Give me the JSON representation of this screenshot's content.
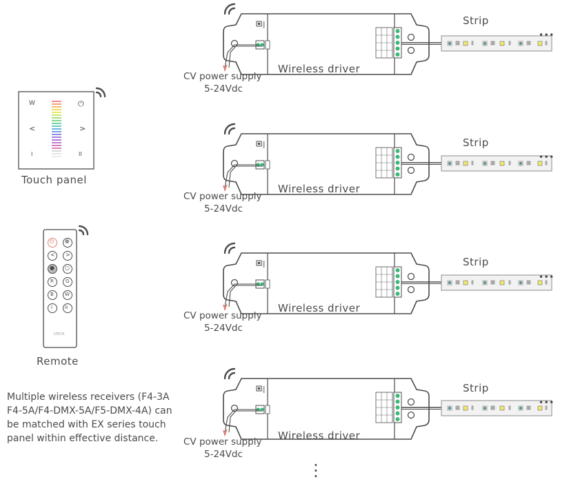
{
  "labels": {
    "touch_panel": "Touch panel",
    "remote": "Remote",
    "strip": "Strip",
    "wireless_driver": "Wireless driver",
    "power_supply_line1": "CV power supply",
    "power_supply_line2": "5-24Vdc",
    "ellipsis": "•••",
    "more_vertical": "⋮"
  },
  "touch_panel_keys": {
    "w": "W",
    "power": "⏻",
    "left": "<",
    "right": ">",
    "one": "I",
    "two": "II"
  },
  "remote_keys": [
    "⏻",
    "❁",
    "<",
    ">",
    "●",
    "○",
    "R",
    "G",
    "B",
    "W",
    "I",
    "II"
  ],
  "remote_brand": "LTECH",
  "note": "Multiple wireless receivers (F4-3A F4-5A/F4-DMX-5A/F5-DMX-4A) can be matched with EX series touch panel within effective distance.",
  "colors": {
    "outline": "#4a4a4a",
    "terminal_green": "#3cb878",
    "led_yellow": "#f2ea6a",
    "strip_bg": "#f2f2f2"
  }
}
